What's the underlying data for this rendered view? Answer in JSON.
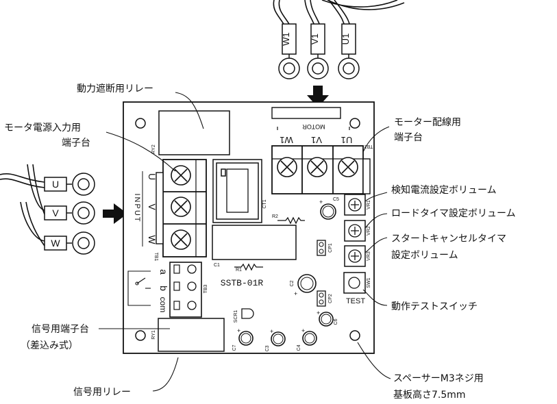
{
  "callouts": {
    "relay_power": "動力遮断用リレー",
    "motor_power_line1": "モータ電源入力用",
    "motor_power_line2": "端子台",
    "motor_wiring_line1": "モーター配線用",
    "motor_wiring_line2": "端子台",
    "detect_current": "検知電流設定ボリューム",
    "load_timer": "ロードタイマ設定ボリューム",
    "start_cancel_line1": "スタートキャンセルタイマ",
    "start_cancel_line2": "設定ボリューム",
    "test_switch": "動作テストスイッチ",
    "signal_terminal_line1": "信号用端子台",
    "signal_terminal_line2": "（差込み式）",
    "signal_relay": "信号用リレー",
    "spacer_line1": "スペーサーM3ネジ用",
    "spacer_line2": "基板高さ7.5mm"
  },
  "motor_cables": [
    "W1",
    "V1",
    "U1"
  ],
  "input_cables": [
    "U",
    "V",
    "W"
  ],
  "board": {
    "model": "SSTB-01R",
    "motor_label": "MOTOR",
    "tb2_label": "TB2",
    "tb2_terms": [
      "W1",
      "V1",
      "U1"
    ],
    "input_label": "INPUT",
    "input_terms": [
      "U",
      "V",
      "W"
    ],
    "tb1_label": "TB1",
    "tb3_label": "TB3",
    "tb3_terms": [
      "a",
      "b",
      "com"
    ],
    "ry1": "RY1",
    "ry2": "RY2",
    "ct1": "CT1",
    "r1": "R1",
    "r2": "R2",
    "c1": "C1",
    "c2": "C2",
    "c3": "C3",
    "c4": "C4",
    "c5": "C5",
    "c6": "C6",
    "c7": "C7",
    "cp1": "CP1",
    "cp2": "CP2",
    "scr1": "SCR1",
    "vr1": "VR1",
    "vr2": "VR2",
    "vr3": "VR3",
    "sw1": "SW1",
    "test": "TEST"
  }
}
